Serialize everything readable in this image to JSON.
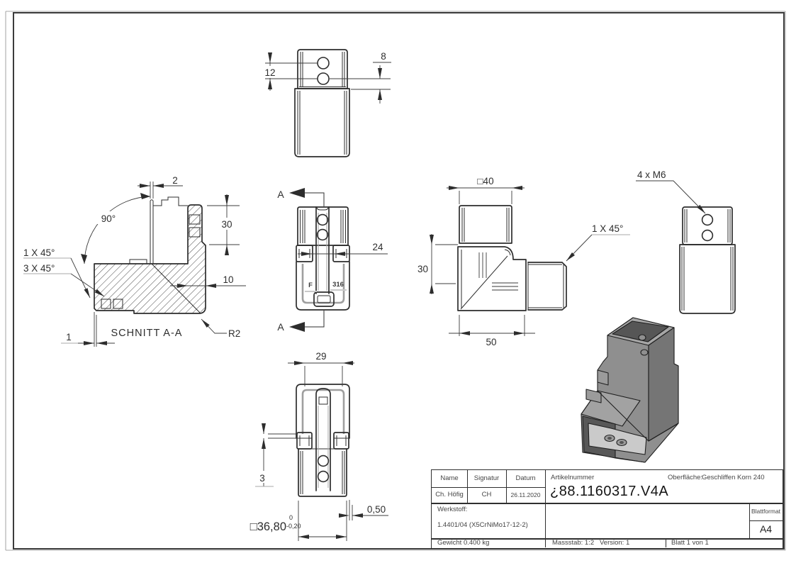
{
  "drawing": {
    "top_view": {
      "dim_12": "12",
      "dim_8": "8"
    },
    "section_view": {
      "dim_2": "2",
      "angle": "90°",
      "dim_30": "30",
      "dim_10": "10",
      "chamfer_1": "1 X 45°",
      "chamfer_3": "3 X 45°",
      "dim_1": "1",
      "title": "SCHNITT A-A",
      "radius": "R2"
    },
    "channel_view": {
      "marker_top": "A",
      "marker_bottom": "A",
      "dim_24": "24",
      "emboss_f": "F",
      "emboss_316": "316"
    },
    "bottom_view": {
      "dim_29": "29",
      "dim_3": "3",
      "dim_050": "0,50",
      "dim_square": "□36,80",
      "tol_upper": "0",
      "tol_lower": "-0,20"
    },
    "corner_view": {
      "dim_square": "□40",
      "dim_30": "30",
      "dim_50": "50",
      "chamfer": "1 X 45°"
    },
    "end_view": {
      "thread_note": "4 x M6"
    }
  },
  "title_block": {
    "name_label": "Name",
    "signatur_label": "Signatur",
    "datum_label": "Datum",
    "name": "Ch. Höfig",
    "signatur": "CH",
    "datum": "26.11.2020",
    "artikelnummer_label": "Artikelnummer",
    "artikelnummer": "¿88.1160317.V4A",
    "oberflaeche_label": "Oberfläche:",
    "oberflaeche": "Geschliffen Korn 240",
    "werkstoff_label": "Werkstoff:",
    "werkstoff": "1.4401/04 (X5CrNiMo17-12-2)",
    "blattformat_label": "Blattformat",
    "blattformat": "A4",
    "gewicht": "Gewicht 0.400 kg",
    "massstab": "Massstab: 1:2",
    "version": "Version: 1",
    "blatt": "Blatt 1 von 1"
  },
  "colors": {
    "line": "#2d2d2d",
    "leader_gray": "#a9a9a9",
    "part_gray_3d": "#8f8f8f",
    "frame": "#3c3c3c"
  }
}
